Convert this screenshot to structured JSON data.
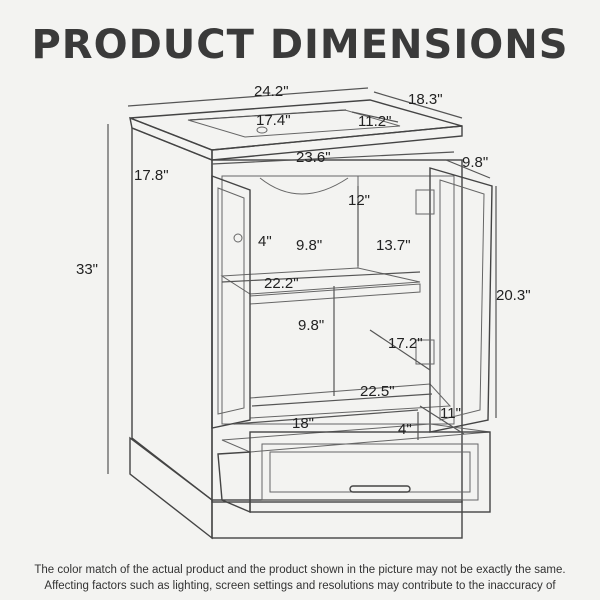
{
  "title": "PRODUCT DIMENSIONS",
  "dimensions": {
    "width_total": "24.2\"",
    "depth_total": "18.3\"",
    "sink_width": "17.4\"",
    "sink_depth": "11.2\"",
    "inner_width_top": "23.6\"",
    "side_depth": "9.8\"",
    "side_left": "17.8\"",
    "height_total": "33\"",
    "shelf_gap": "12\"",
    "shelf_small": "4\"",
    "shelf_depth": "9.8\"",
    "shelf_width": "13.7\"",
    "shelf_span": "22.2\"",
    "door_height": "20.3\"",
    "lower_height": "9.8\"",
    "lower_depth": "17.2\"",
    "bottom_width": "22.5\"",
    "drawer_width": "18\"",
    "drawer_depth": "11\"",
    "drawer_height": "4\""
  },
  "footer": {
    "line1": "The color match of the actual product and the product shown in the picture may not be exactly the same.",
    "line2": "Affecting factors such as lighting, screen settings and resolutions may contribute to the inaccuracy of"
  }
}
